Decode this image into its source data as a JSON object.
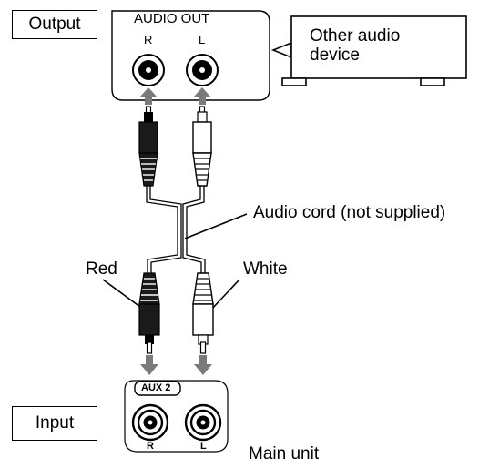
{
  "output_panel": {
    "tag": "Output",
    "title": "AUDIO OUT",
    "jack_r": "R",
    "jack_l": "L"
  },
  "device": {
    "label_line1": "Other audio",
    "label_line2": "device"
  },
  "cord": {
    "label": "Audio cord (not supplied)",
    "red_label": "Red",
    "white_label": "White"
  },
  "input_panel": {
    "tag": "Input",
    "title": "AUX 2",
    "jack_r": "R",
    "jack_l": "L",
    "unit_label": "Main unit"
  }
}
